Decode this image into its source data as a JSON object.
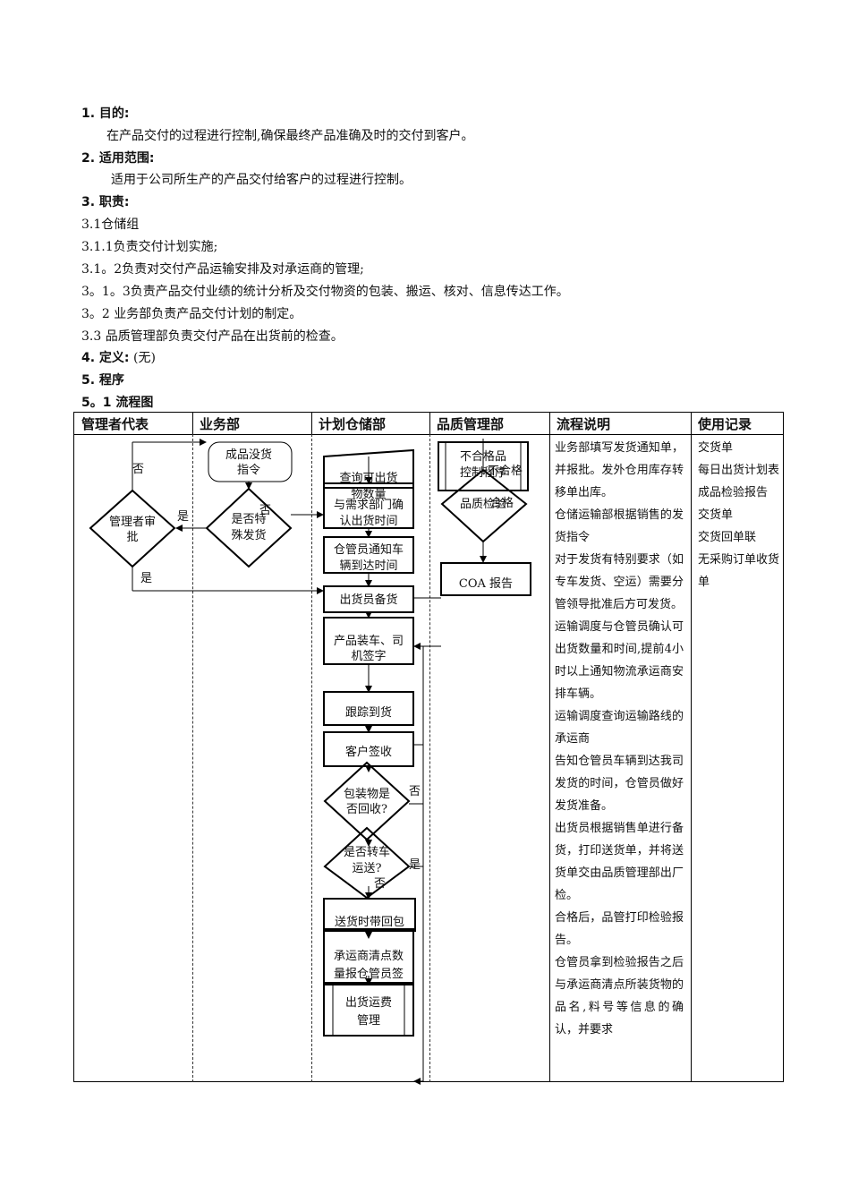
{
  "sections": {
    "s1_title": "1. 目的:",
    "s1_body": "在产品交付的过程进行控制,确保最终产品准确及时的交付到客户。",
    "s2_title": "2. 适用范围:",
    "s2_body": "适用于公司所生产的产品交付给客户的过程进行控制。",
    "s3_title": "3. 职责:",
    "s3_1": "3.1仓储组",
    "s3_1_1": "3.1.1负责交付计划实施;",
    "s3_1_2": "3.1。2负责对交付产品运输安排及对承运商的管理;",
    "s3_1_3": "3。1。3负责产品交付业绩的统计分析及交付物资的包装、搬运、核对、信息传达工作。",
    "s3_2": "3。2 业务部负责产品交付计划的制定。",
    "s3_3": "3.3 品质管理部负责交付产品在出货前的检查。",
    "s4_title": "4. 定义:",
    "s4_body": "(无)",
    "s5_title": "5. 程序",
    "s5_1_title": "5。1 流程图"
  },
  "table": {
    "headers": [
      "管理者代表",
      "业务部",
      "计划仓储部",
      "品质管理部",
      "流程说明",
      "使用记录"
    ],
    "description": [
      "业务部填写发货通知单，并报批。发外仓用库存转移单出库。",
      "仓储运输部根据销售的发货指令",
      "对于发货有特别要求（如专车发货、空运）需要分管领导批准后方可发货。",
      "运输调度与仓管员确认可出货数量和时间,提前4小时以上通知物流承运商安排车辆。",
      "运输调度查询运输路线的承运商",
      "告知仓管员车辆到达我司发货的时间，仓管员做好发货准备。",
      "出货员根据销售单进行备货，打印送货单，并将送货单交由品质管理部出厂检。",
      "合格后，品管打印检验报告。",
      "仓管员拿到检验报告之后与承运商清点所装货物的品名,料号等信息的确认，并要求"
    ],
    "records": [
      "交货单",
      "每日出货计划表",
      "成品检验报告",
      "交货单",
      "交货回单联",
      "无采购订单收货单"
    ]
  },
  "flowchart": {
    "nodes": {
      "mgr_approve": "管理者审|批",
      "biz_order": "成品没货|指令",
      "biz_special": "是否特|殊发货",
      "wh_query": "查询可出货|物数量",
      "wh_confirm": "与需求部门确|认出货时间",
      "wh_notify": "仓管员通知车|辆到达时间",
      "wh_prepare": "出货员备货",
      "wh_load": "产品装车、司|机签字",
      "wh_track": "跟踪到货",
      "wh_sign": "客户签收",
      "wh_pack": "包装物是|否回收?",
      "wh_transfer": "是否转车|运送?",
      "wh_return": "送货时带回包",
      "wh_count": "承运商清点数|量报仓管员签",
      "wh_freight": "出货运费|管理",
      "qc_reject": "不合格品|控制程序",
      "qc_check": "品质检验",
      "qc_coa": "COA 报告"
    },
    "labels": {
      "no": "否",
      "yes": "是",
      "pass": "合格",
      "unqualified": "不合格"
    }
  }
}
